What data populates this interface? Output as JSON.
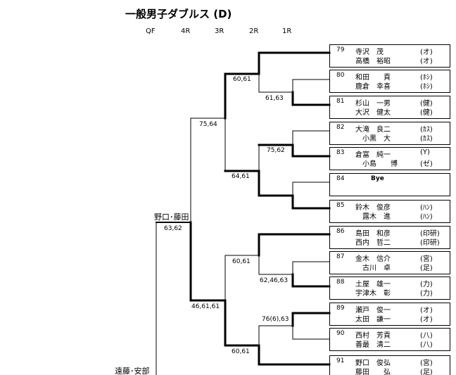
{
  "title": "一般男子ダブルス (D)",
  "rounds": [
    "QF",
    "4R",
    "3R",
    "2R",
    "1R"
  ],
  "entries": [
    {
      "no": "79",
      "p1": "寺沢　茂",
      "p2": "高橋　裕昭",
      "c1": "(オ)",
      "c2": "(オ)"
    },
    {
      "no": "80",
      "p1": "和田　　貢",
      "p2": "鹿倉　幸喜",
      "c1": "(ﾎｼ)",
      "c2": "(ﾎｼ)"
    },
    {
      "no": "81",
      "p1": "杉山　一男",
      "p2": "大沢　健太",
      "c1": "(健)",
      "c2": "(健)"
    },
    {
      "no": "82",
      "p1": "大滝　良二",
      "p2": "　小黒　大",
      "c1": "(ｶｽ)",
      "c2": "(ｶｽ)"
    },
    {
      "no": "83",
      "p1": "倉富　純一",
      "p2": "　小島　　博",
      "c1": "(Y)",
      "c2": "(ゼ)"
    },
    {
      "no": "84",
      "bye": "Bye"
    },
    {
      "no": "85",
      "p1": "鈴木　俊彦",
      "p2": "　露木　進",
      "c1": "(ﾊﾝ)",
      "c2": "(ﾊﾝ)"
    },
    {
      "no": "86",
      "p1": "島田　和彦",
      "p2": "西内　哲二",
      "c1": "(印研)",
      "c2": "(印研)"
    },
    {
      "no": "87",
      "p1": "金木　信介",
      "p2": "　古川　卓",
      "c1": "(宮)",
      "c2": "(足)"
    },
    {
      "no": "88",
      "p1": "土屋　雄一",
      "p2": "宇津木　彰",
      "c1": "(力)",
      "c2": "(力)"
    },
    {
      "no": "89",
      "p1": "瀬戸　俊一",
      "p2": "太田　謙一",
      "c1": "(オ)",
      "c2": "(オ)"
    },
    {
      "no": "90",
      "p1": "西村　芳貢",
      "p2": "善最　清二",
      "c1": "(八)",
      "c2": "(八)"
    },
    {
      "no": "91",
      "p1": "野口　俊弘",
      "p2": "藤田　　弘",
      "c1": "(宮)",
      "c2": "(足)"
    }
  ],
  "scores": {
    "s1": "61,63",
    "s2": "60,61",
    "s3": "75,62",
    "s4": "64,61",
    "s5": "75,64",
    "s6": "62,46,63",
    "s7": "60,61",
    "s8": "76(6),63",
    "s9": "60,61",
    "s10": "46,61,61",
    "qf": "63,62"
  },
  "qf_winner": "野口･藤田",
  "opponent": "遠藤･安部"
}
